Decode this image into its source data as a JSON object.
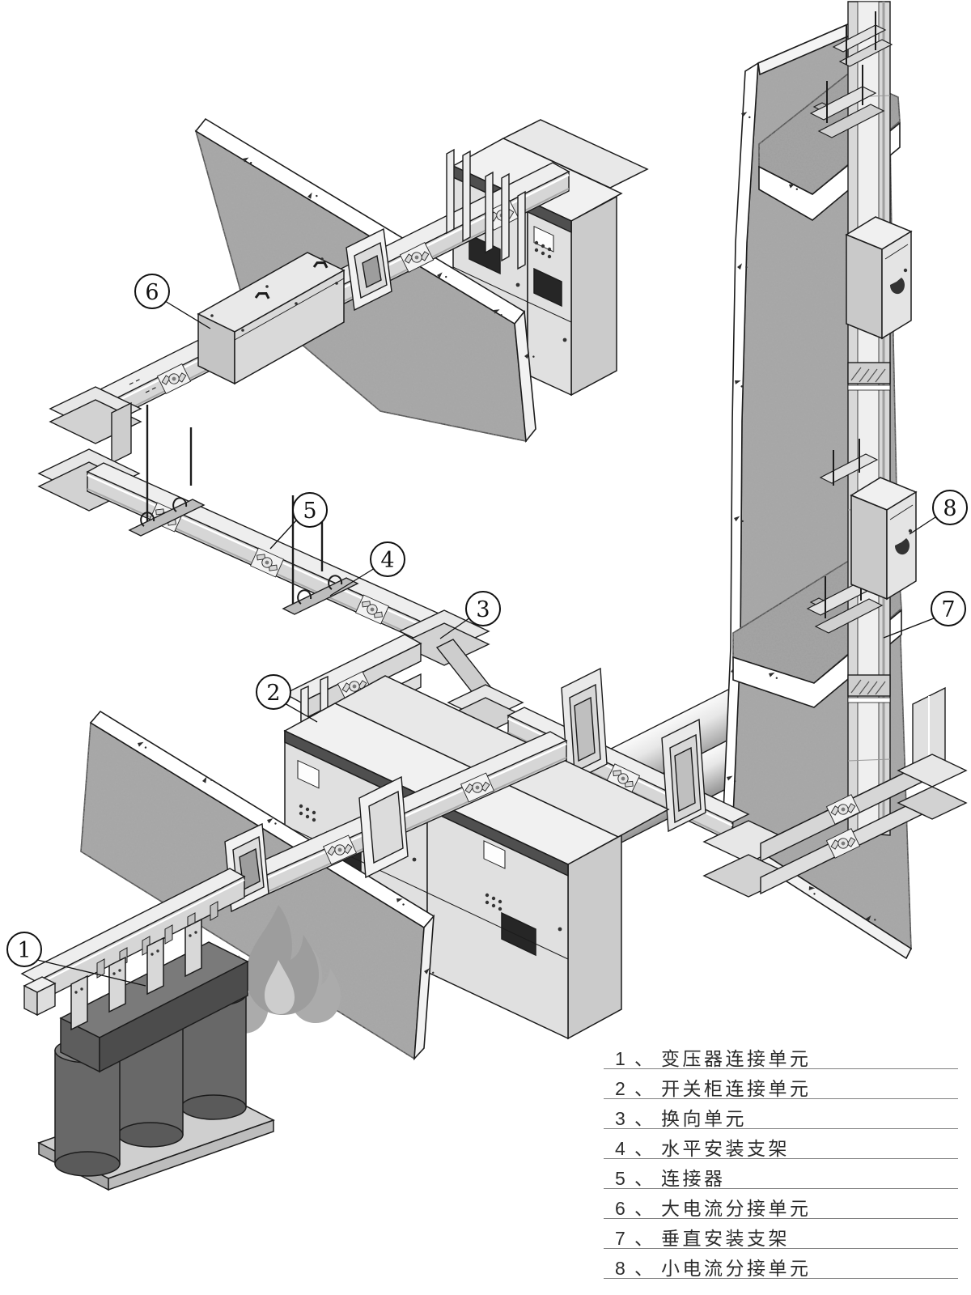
{
  "figure": {
    "type": "busway-installation-isometric-diagram",
    "language": "zh-CN"
  },
  "legend": {
    "separator": "、",
    "items": [
      {
        "no": "1",
        "label": "变压器连接单元"
      },
      {
        "no": "2",
        "label": "开关柜连接单元"
      },
      {
        "no": "3",
        "label": "换向单元"
      },
      {
        "no": "4",
        "label": "水平安装支架"
      },
      {
        "no": "5",
        "label": "连接器"
      },
      {
        "no": "6",
        "label": "大电流分接单元"
      },
      {
        "no": "7",
        "label": "垂直安装支架"
      },
      {
        "no": "8",
        "label": "小电流分接单元"
      }
    ]
  },
  "callouts": [
    {
      "number": "1"
    },
    {
      "number": "2"
    },
    {
      "number": "3"
    },
    {
      "number": "4"
    },
    {
      "number": "5"
    },
    {
      "number": "6"
    },
    {
      "number": "7"
    },
    {
      "number": "8"
    }
  ],
  "colors": {
    "outline": "#1c1c1c",
    "duct_top": "#eeeeee",
    "duct_front": "#d6d6d6",
    "wall_gray": "#a5a5a5",
    "cabinet_front": "#e0e0e0",
    "window_dark": "#262626",
    "transformer_body": "#686868",
    "flame_gray": "#a6a6a6"
  }
}
